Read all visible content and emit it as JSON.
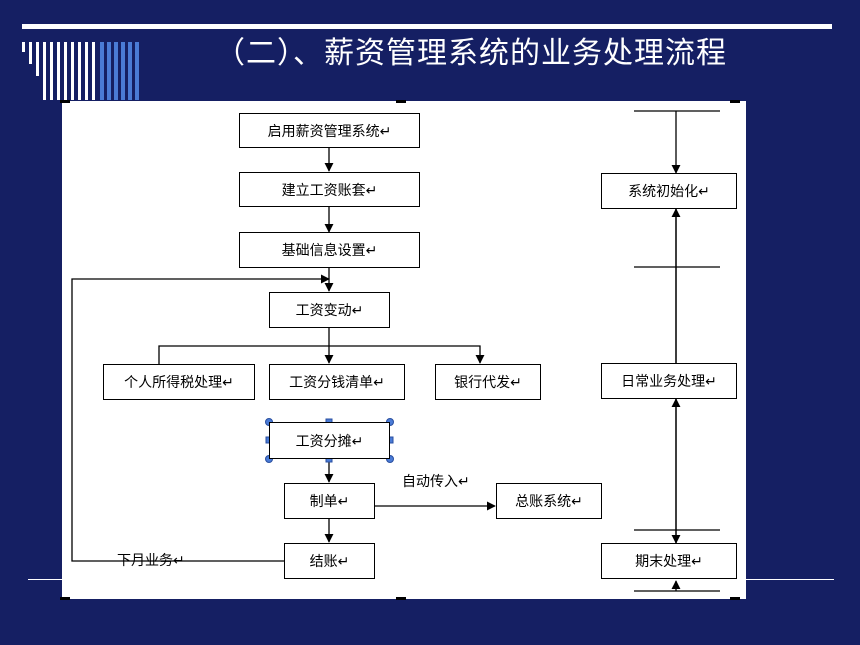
{
  "title": "（二）、薪资管理系统的业务处理流程",
  "left_flow": {
    "start": "启用薪资管理系统↵",
    "setup_account": "建立工资账套↵",
    "basic_info": "基础信息设置↵",
    "salary_change": "工资变动↵",
    "income_tax": "个人所得税处理↵",
    "cash_list": "工资分钱清单↵",
    "bank_payment": "银行代发↵",
    "allocation": "工资分摊↵",
    "voucher": "制单↵",
    "closing": "结账↵",
    "next_month": "下月业务↵",
    "auto_transfer": "自动传入↵",
    "general_ledger": "总账系统↵"
  },
  "right_flow": {
    "init": "系统初始化↵",
    "daily": "日常业务处理↵",
    "period_end": "期末处理↵"
  }
}
